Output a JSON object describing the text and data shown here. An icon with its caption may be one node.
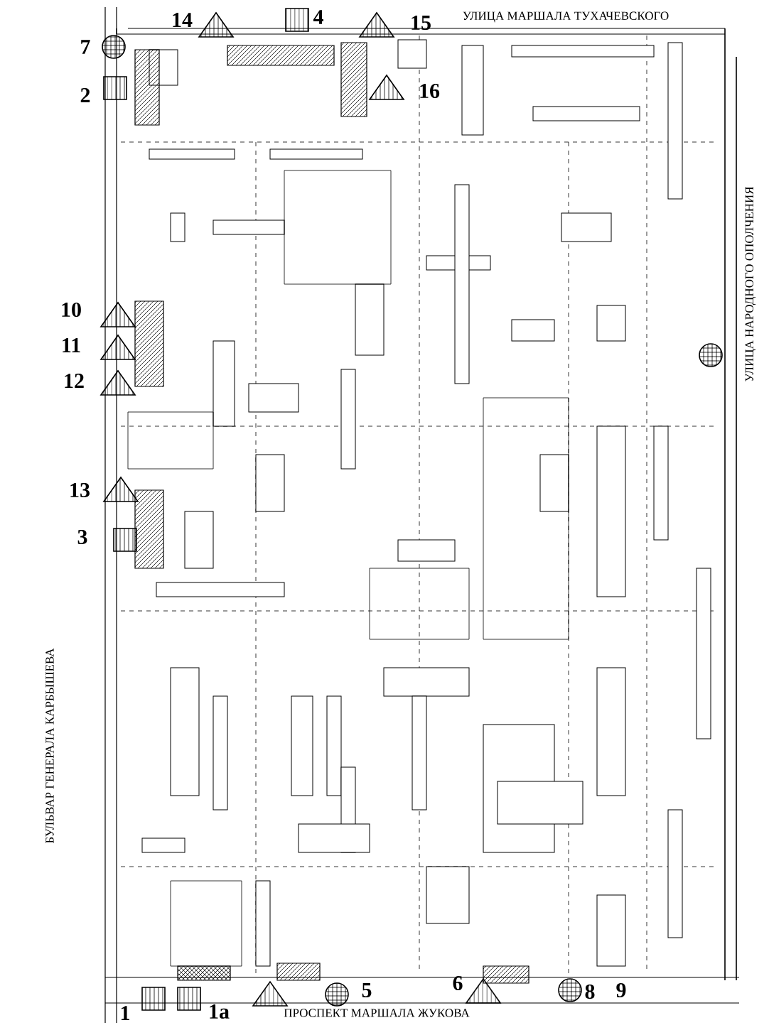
{
  "diagram": {
    "labels": [
      "14",
      "4",
      "15",
      "УЛИЦА МАРШАЛА ТУХАЧЕВСКОГО",
      "7",
      "2",
      "16",
      "10",
      "11",
      "12",
      "УЛИЦА НАРОДНОГО ОПОЛЧЕНИЯ",
      "13",
      "3",
      "БУЛЬВАР ГЕНЕРАЛА КАРБЫШЕВА",
      "6",
      "5",
      "8",
      "9",
      "1",
      "1а",
      "ПРОСПЕКТ МАРШАЛА ЖУКОВА"
    ]
  }
}
